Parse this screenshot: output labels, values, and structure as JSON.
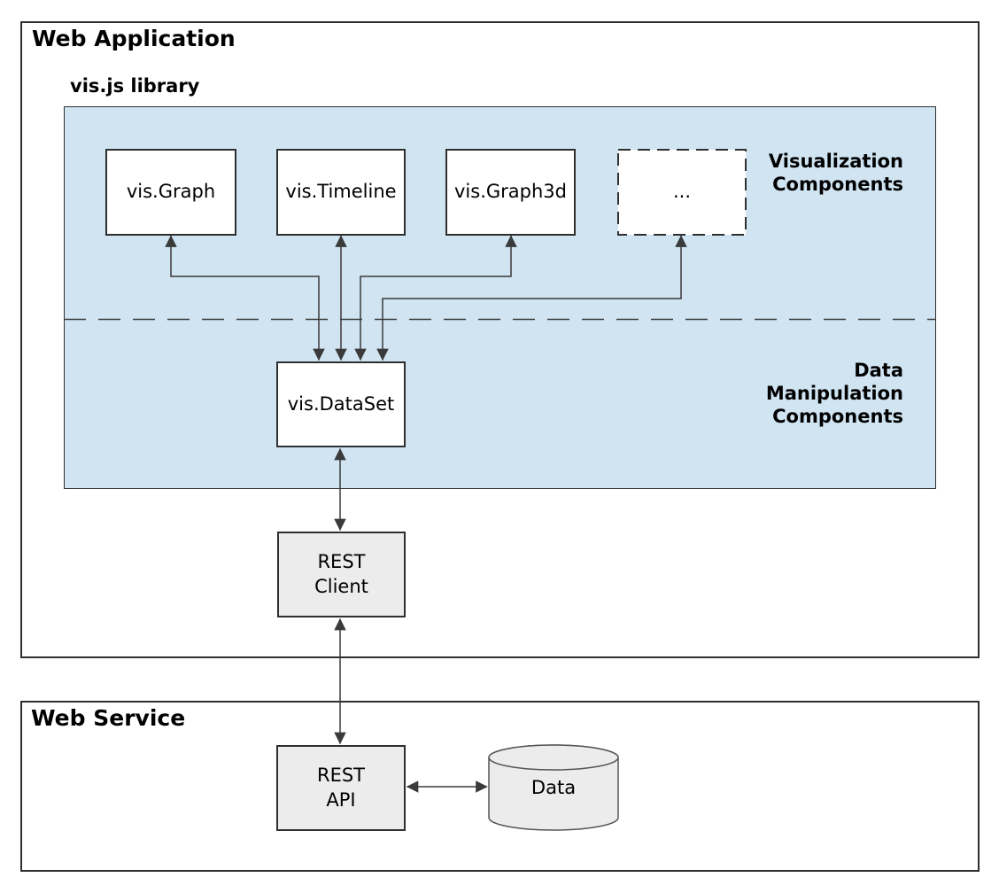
{
  "web_application": {
    "title": "Web Application"
  },
  "visjs_library": {
    "label": "vis.js library",
    "visualization_components_label": "Visualization\nComponents",
    "data_manipulation_components_label": "Data\nManipulation\nComponents",
    "components": [
      {
        "label": "vis.Graph"
      },
      {
        "label": "vis.Timeline"
      },
      {
        "label": "vis.Graph3d"
      },
      {
        "label": "..."
      }
    ],
    "dataset": {
      "label": "vis.DataSet"
    }
  },
  "rest_client": {
    "label": "REST\nClient"
  },
  "web_service": {
    "title": "Web Service",
    "rest_api": {
      "label": "REST\nAPI"
    },
    "database": {
      "label": "Data"
    }
  },
  "colors": {
    "panel_blue": "#d0e4f2",
    "node_gray": "#ececec",
    "line": "#3a3a3a",
    "border": "#2f2f2f"
  }
}
